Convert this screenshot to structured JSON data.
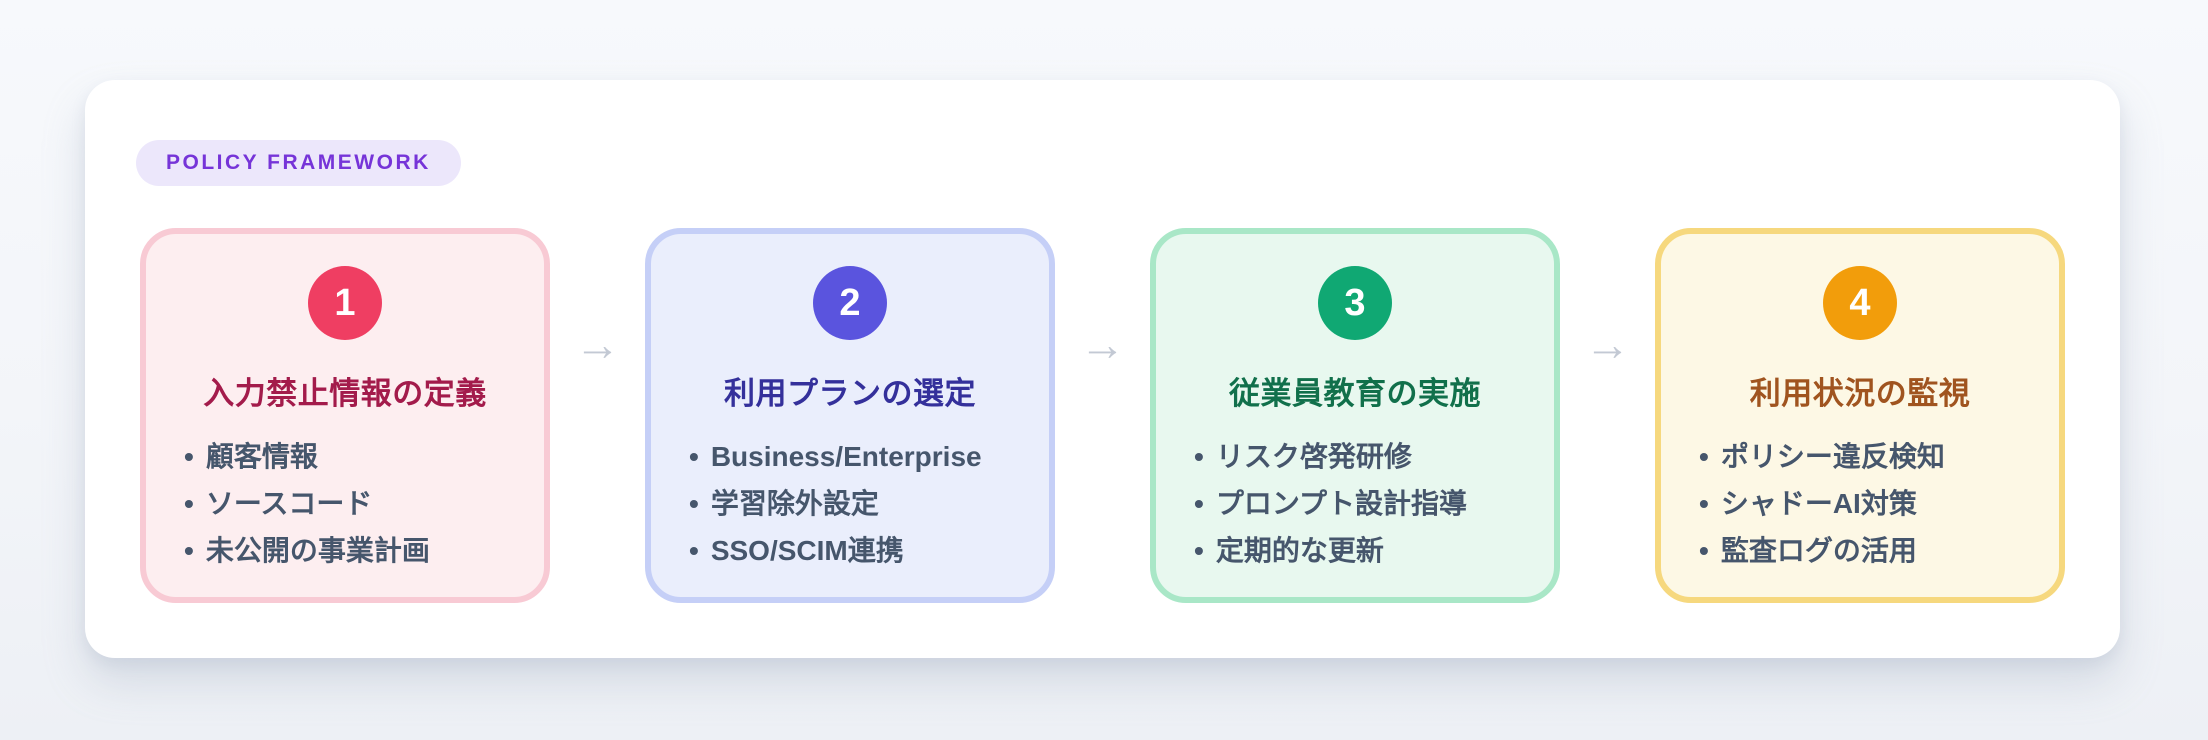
{
  "header": {
    "badge_label": "POLICY FRAMEWORK",
    "badge_bg": "#ECE7FB",
    "badge_text_color": "#7634D8"
  },
  "arrows": {
    "icon": "arrow-right-icon",
    "glyph": "→",
    "color": "#C3C9D4"
  },
  "item_text_color": "#46566C",
  "steps": [
    {
      "number": "1",
      "title": "入力禁止情報の定義",
      "items": [
        "顧客情報",
        "ソースコード",
        "未公開の事業計画"
      ],
      "theme": {
        "card_bg": "#FDEEF0",
        "card_border": "#F8CAD4",
        "circle": "#EF3E62",
        "title_color": "#A31B4B"
      }
    },
    {
      "number": "2",
      "title": "利用プランの選定",
      "items": [
        "Business/Enterprise",
        "学習除外設定",
        "SSO/SCIM連携"
      ],
      "theme": {
        "card_bg": "#EAEEFC",
        "card_border": "#C5CFF7",
        "circle": "#5A54DE",
        "title_color": "#34309B"
      }
    },
    {
      "number": "3",
      "title": "従業員教育の実施",
      "items": [
        "リスク啓発研修",
        "プロンプト設計指導",
        "定期的な更新"
      ],
      "theme": {
        "card_bg": "#E8F8EF",
        "card_border": "#A9E7C7",
        "circle": "#10A873",
        "title_color": "#11704B"
      }
    },
    {
      "number": "4",
      "title": "利用状況の監視",
      "items": [
        "ポリシー違反検知",
        "シャドーAI対策",
        "監査ログの活用"
      ],
      "theme": {
        "card_bg": "#FDF8E5",
        "card_border": "#F6D87E",
        "circle": "#F29D0B",
        "title_color": "#A0541F"
      }
    }
  ]
}
